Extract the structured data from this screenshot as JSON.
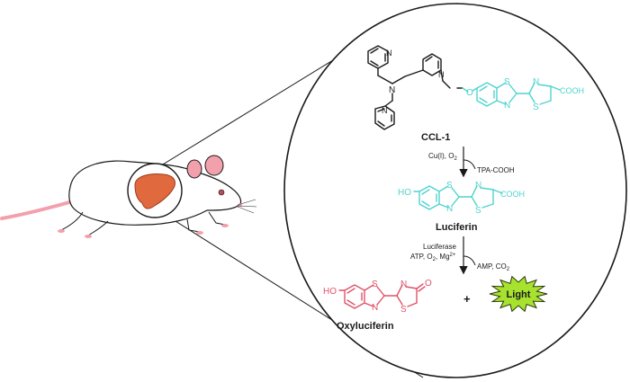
{
  "colors": {
    "probe_black": "#1a1a1a",
    "luciferin_cyan": "#4fd3cf",
    "oxyluciferin_red": "#e0526a",
    "light_green": "#a6e22e",
    "liver": "#e0693e",
    "mouse_ear_tail": "#f3a0ad"
  },
  "icons": [
    "mouse-illustration",
    "liver-organ-icon",
    "light-burst-icon"
  ],
  "molecules": {
    "ccl1": {
      "label": "CCL-1",
      "atoms": {
        "n_center": "N",
        "n_py1": "N",
        "n_py2": "N",
        "n_py3": "N",
        "o_link": "O",
        "s_benzo": "S",
        "n_benzo": "N",
        "n_thz": "N",
        "s_thz": "S",
        "cooh": "COOH"
      }
    },
    "luciferin": {
      "label": "Luciferin",
      "atoms": {
        "ho": "HO",
        "s_benzo": "S",
        "n_benzo": "N",
        "n_thz": "N",
        "s_thz": "S",
        "cooh": "COOH"
      }
    },
    "oxyluciferin": {
      "label": "Oxyluciferin",
      "atoms": {
        "ho": "HO",
        "s_benzo": "S",
        "n_benzo": "N",
        "n_thz": "N",
        "s_thz": "S",
        "o_keto": "O"
      }
    }
  },
  "reactions": {
    "step1": {
      "reagent_main": "Cu(I), O",
      "reagent_sub": "2",
      "byproduct": "TPA-COOH"
    },
    "step2": {
      "enzyme": "Luciferase",
      "cofactors_a": "ATP, O",
      "cofactors_a_sub": "2",
      "cofactors_b": ", Mg",
      "cofactors_b_sup": "2+",
      "byproduct_main": "AMP, CO",
      "byproduct_sub": "2"
    }
  },
  "plus_sign": "+",
  "light_label": "Light"
}
